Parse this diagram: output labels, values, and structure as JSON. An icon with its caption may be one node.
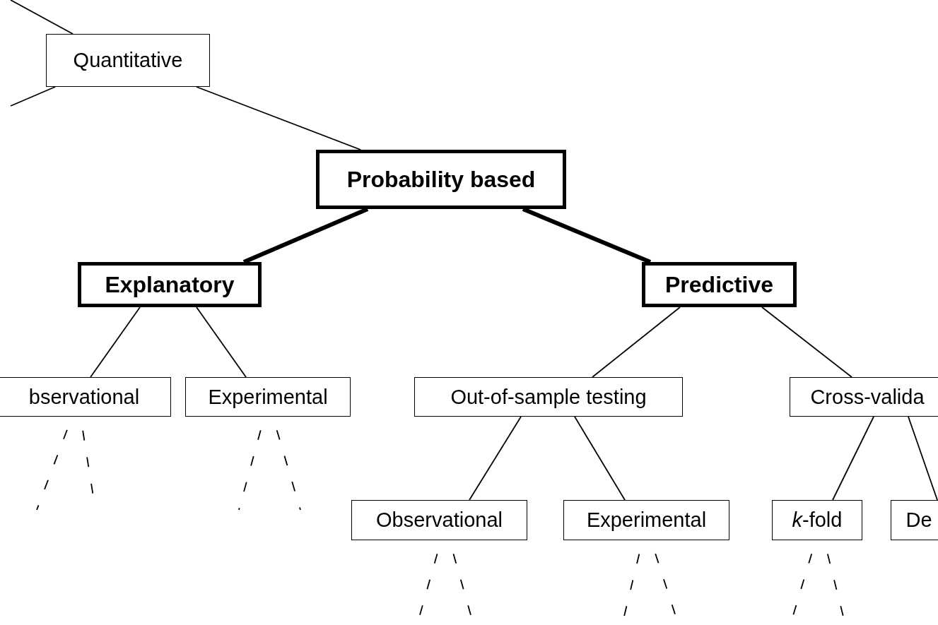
{
  "diagram": {
    "nodes": [
      {
        "text": [
          "Quantitative"
        ]
      },
      {
        "text": [
          "Probability based"
        ]
      },
      {
        "text": [
          "Explanatory"
        ]
      },
      {
        "text": [
          "Predictive"
        ]
      },
      {
        "text": [
          "bservational"
        ]
      },
      {
        "text": [
          "Experimental"
        ]
      },
      {
        "text": [
          "Out-of-sample testing"
        ]
      },
      {
        "text": [
          "Cross-valida"
        ]
      },
      {
        "text": [
          "Observational"
        ]
      },
      {
        "text": [
          "Experimental"
        ]
      },
      {
        "text": [
          "*k*-fold"
        ]
      },
      {
        "text": [
          "De"
        ]
      }
    ],
    "edges": [
      {
        "from": null,
        "to": 0,
        "arrow": "none"
      },
      {
        "from": null,
        "to": 0,
        "arrow": "none"
      },
      {
        "from": 0,
        "to": 1,
        "arrow": "none"
      },
      {
        "from": 1,
        "to": 2,
        "arrow": "none",
        "style": "thick"
      },
      {
        "from": 1,
        "to": 3,
        "arrow": "none",
        "style": "thick"
      },
      {
        "from": 2,
        "to": 4,
        "arrow": "none"
      },
      {
        "from": 2,
        "to": 5,
        "arrow": "none"
      },
      {
        "from": 3,
        "to": 6,
        "arrow": "none"
      },
      {
        "from": 3,
        "to": 7,
        "arrow": "none"
      },
      {
        "from": 6,
        "to": 8,
        "arrow": "none"
      },
      {
        "from": 6,
        "to": 9,
        "arrow": "none"
      },
      {
        "from": 7,
        "to": 10,
        "arrow": "none"
      },
      {
        "from": 7,
        "to": 11,
        "arrow": "none"
      },
      {
        "from": 4,
        "to": null,
        "arrow": "none",
        "style": "dashed"
      },
      {
        "from": 4,
        "to": null,
        "arrow": "none",
        "style": "dashed"
      },
      {
        "from": 5,
        "to": null,
        "arrow": "none",
        "style": "dashed"
      },
      {
        "from": 5,
        "to": null,
        "arrow": "none",
        "style": "dashed"
      },
      {
        "from": 8,
        "to": null,
        "arrow": "none",
        "style": "dashed"
      },
      {
        "from": 8,
        "to": null,
        "arrow": "none",
        "style": "dashed"
      },
      {
        "from": 9,
        "to": null,
        "arrow": "none",
        "style": "dashed"
      },
      {
        "from": 9,
        "to": null,
        "arrow": "none",
        "style": "dashed"
      },
      {
        "from": 10,
        "to": null,
        "arrow": "none",
        "style": "dashed"
      },
      {
        "from": 10,
        "to": null,
        "arrow": "none",
        "style": "dashed"
      }
    ]
  }
}
